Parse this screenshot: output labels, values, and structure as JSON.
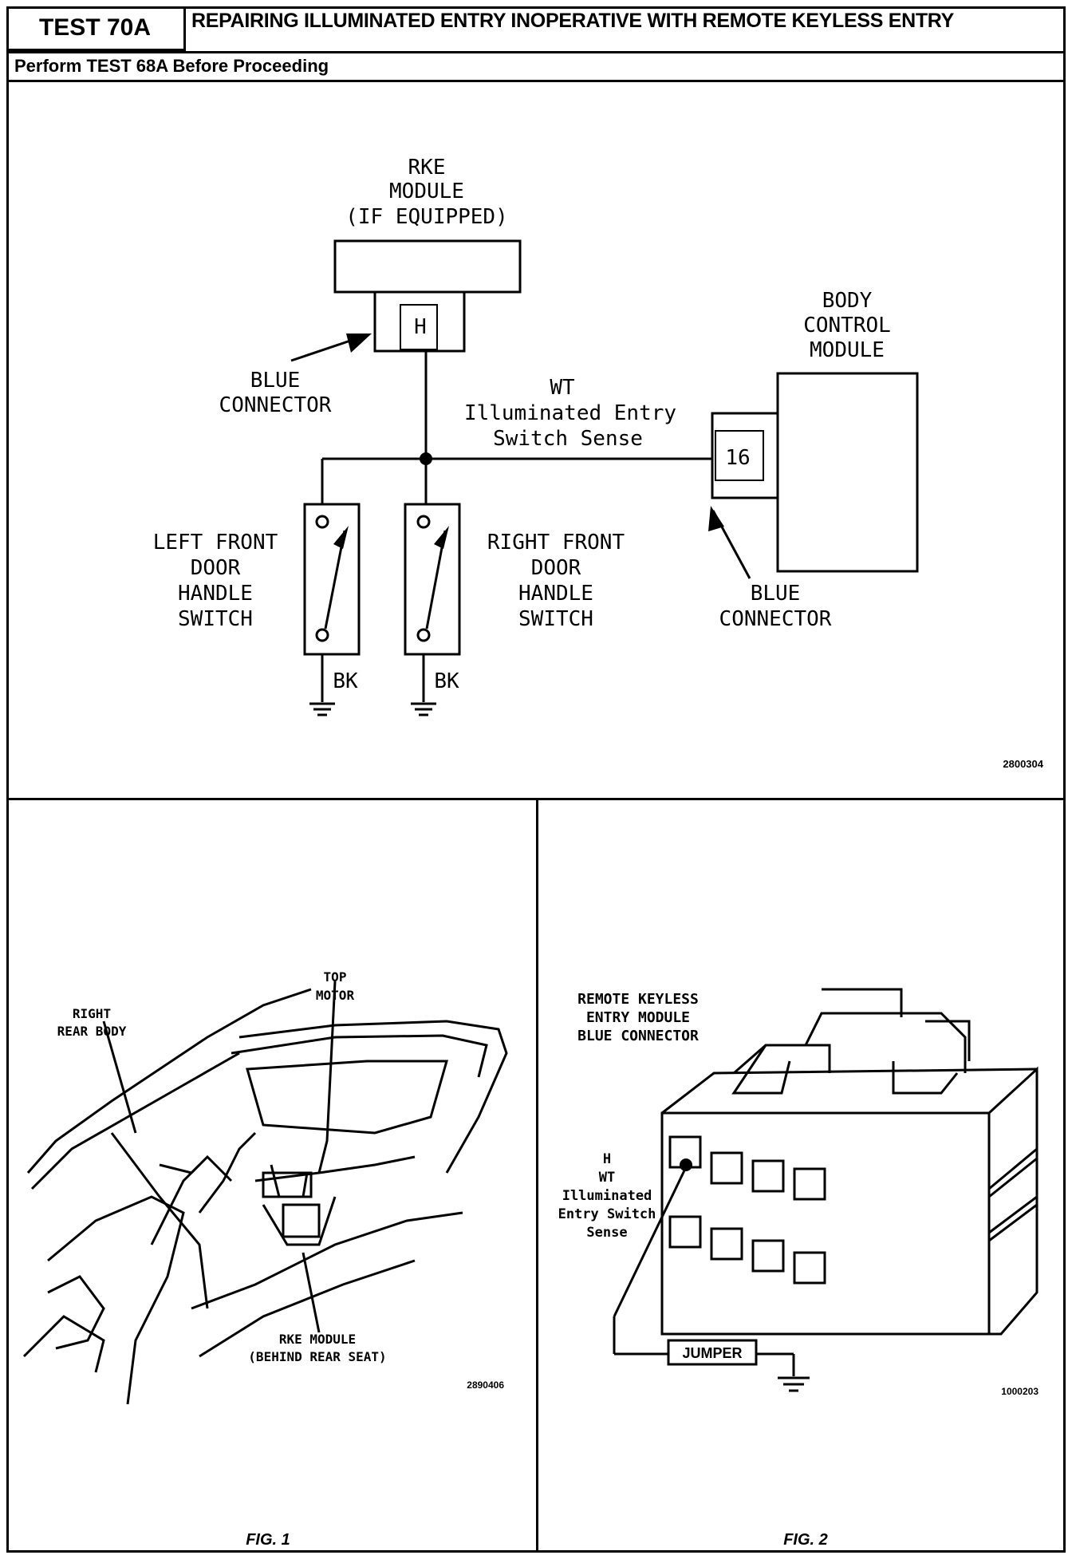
{
  "header": {
    "test_id": "TEST 70A",
    "title": "REPAIRING ILLUMINATED ENTRY INOPERATIVE WITH REMOTE KEYLESS ENTRY",
    "subtitle": "Perform TEST 68A Before Proceeding"
  },
  "schematic": {
    "rke_module": [
      "RKE",
      "MODULE",
      "(IF EQUIPPED)"
    ],
    "rke_pin": "H",
    "rke_connector_label": [
      "BLUE",
      "CONNECTOR"
    ],
    "wire_label": [
      "WT",
      "Illuminated Entry",
      "Switch Sense"
    ],
    "bcm_label": [
      "BODY",
      "CONTROL",
      "MODULE"
    ],
    "bcm_pin": "16",
    "bcm_connector_label": [
      "BLUE",
      "CONNECTOR"
    ],
    "left_switch_label": [
      "LEFT FRONT",
      "DOOR",
      "HANDLE",
      "SWITCH"
    ],
    "right_switch_label": [
      "RIGHT FRONT",
      "DOOR",
      "HANDLE",
      "SWITCH"
    ],
    "ground_wire_left": "BK",
    "ground_wire_right": "BK",
    "figure_number": "2800304"
  },
  "fig1": {
    "label_right_rear": [
      "RIGHT",
      "REAR BODY"
    ],
    "label_top_motor": [
      "TOP",
      "MOTOR"
    ],
    "label_rke_module": [
      "RKE MODULE",
      "(BEHIND REAR SEAT)"
    ],
    "figure_number": "2890406",
    "caption": "FIG. 1"
  },
  "fig2": {
    "label_connector": [
      "REMOTE KEYLESS",
      "ENTRY MODULE",
      "BLUE CONNECTOR"
    ],
    "label_pin": [
      "H",
      "WT",
      "Illuminated",
      "Entry Switch",
      "Sense"
    ],
    "jumper": "JUMPER",
    "figure_number": "1000203",
    "caption": "FIG. 2"
  }
}
